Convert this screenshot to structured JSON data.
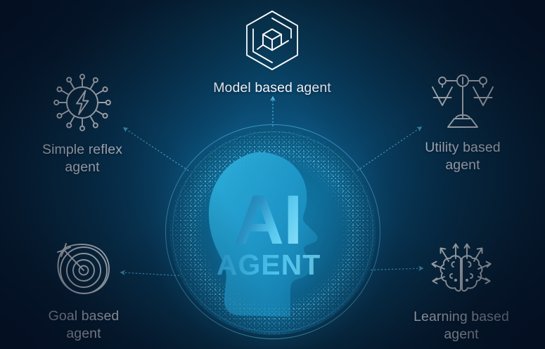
{
  "theme": {
    "bg_dark": "#0a1930",
    "bg_mid": "#0a4b72",
    "orb_blue": "#137ba8",
    "accent_cyan": "#45bde8",
    "label_color": "#f2f7fb",
    "arrow_color": "#3fb4e6"
  },
  "center": {
    "title_main": "AI",
    "title_sub": "AGENT",
    "icon": "human-head-profile-silhouette"
  },
  "nodes": [
    {
      "id": "simple-reflex",
      "label": "Simple reflex\nagent",
      "label_line1": "Simple reflex",
      "label_line2": "agent",
      "icon": "lightning-bolt-in-radiating-circle-icon"
    },
    {
      "id": "model-based",
      "label": "Model based agent",
      "label_line1": "Model based agent",
      "label_line2": "",
      "icon": "hexagon-cube-interlock-icon"
    },
    {
      "id": "utility-based",
      "label": "Utility based\nagent",
      "label_line1": "Utility based",
      "label_line2": "agent",
      "icon": "balance-scale-icon"
    },
    {
      "id": "goal-based",
      "label": "Goal based\nagent",
      "label_line1": "Goal based",
      "label_line2": "agent",
      "icon": "target-bullseye-arrow-icon"
    },
    {
      "id": "learning-based",
      "label": "Learning based\nagent",
      "label_line1": "Learning based",
      "label_line2": "agent",
      "icon": "brain-with-arrows-icon"
    }
  ],
  "connectors": [
    {
      "from": "center",
      "to": "simple-reflex",
      "style": "dotted-arrow"
    },
    {
      "from": "center",
      "to": "model-based",
      "style": "dotted-arrow"
    },
    {
      "from": "center",
      "to": "utility-based",
      "style": "dotted-arrow"
    },
    {
      "from": "center",
      "to": "goal-based",
      "style": "dotted-arrow"
    },
    {
      "from": "center",
      "to": "learning-based",
      "style": "dotted-arrow"
    }
  ]
}
